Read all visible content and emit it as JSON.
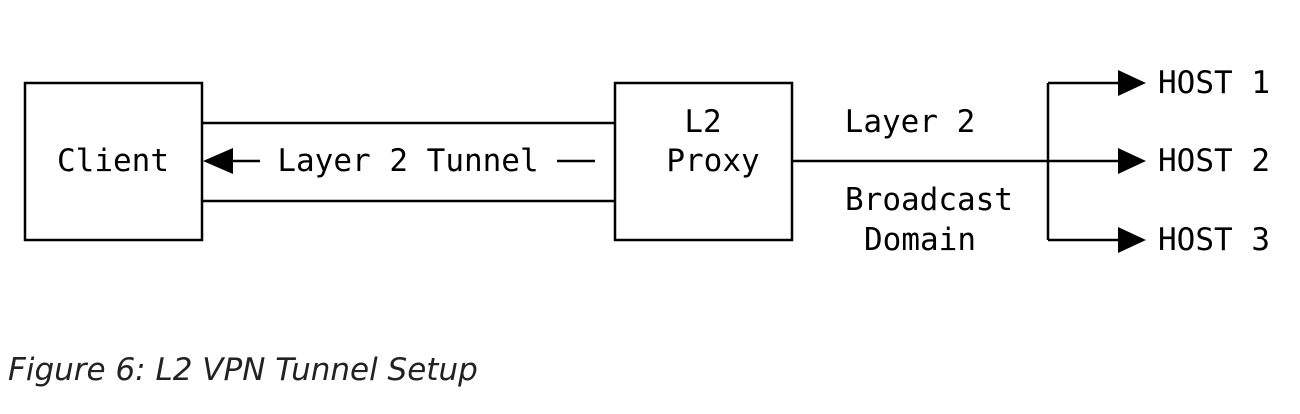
{
  "diagram": {
    "client_label": "Client",
    "tunnel_label": "Layer 2 Tunnel",
    "proxy_label_line1": "L2",
    "proxy_label_line2": "Proxy",
    "domain_label_line1": "Layer 2",
    "domain_label_line2": "Broadcast",
    "domain_label_line3": "Domain",
    "hosts": [
      "HOST 1",
      "HOST 2",
      "HOST 3"
    ]
  },
  "caption": "Figure 6: L2 VPN Tunnel Setup"
}
